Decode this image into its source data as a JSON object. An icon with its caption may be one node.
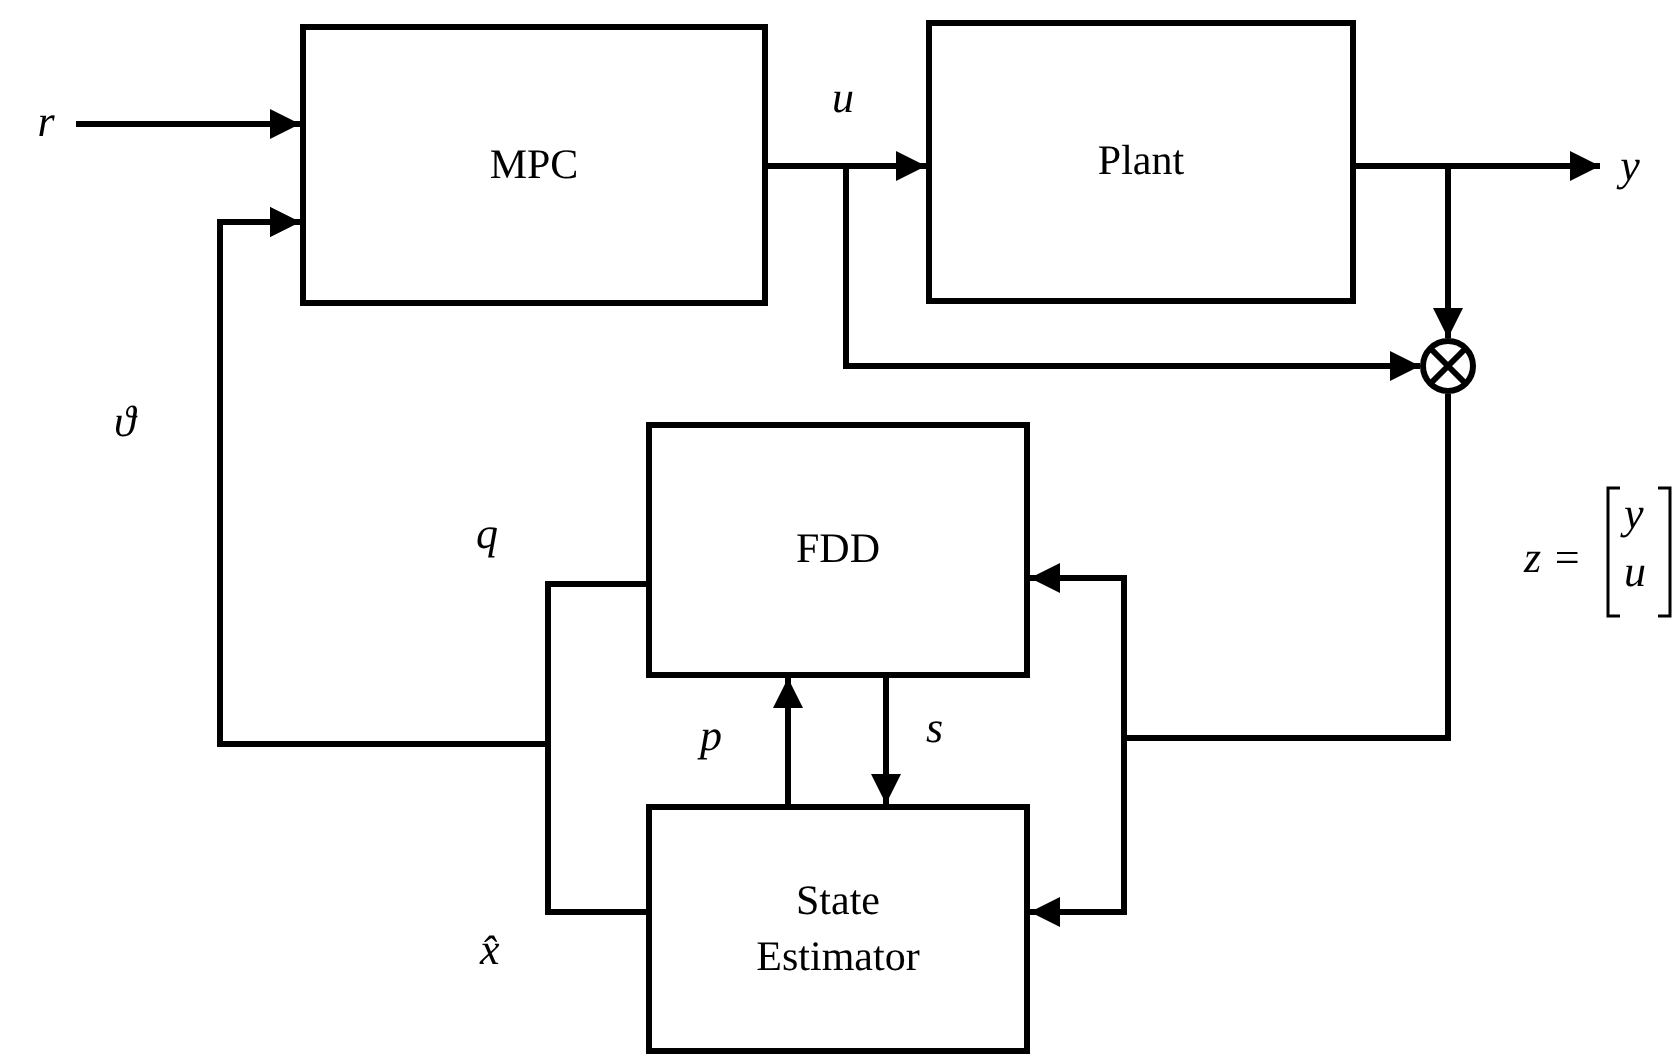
{
  "diagram": {
    "nodes": [
      {
        "text": [
          "MPC"
        ]
      },
      {
        "text": [
          "Plant"
        ]
      },
      {
        "text": [
          "FDD"
        ]
      },
      {
        "text": [
          "State Estimator"
        ]
      },
      {
        "text": [],
        "shape": "circle"
      },
      {
        "text": [
          "r"
        ]
      },
      {
        "text": [
          "y"
        ]
      }
    ],
    "edges": [
      {
        "from": 5,
        "to": 0,
        "arrow": "to"
      },
      {
        "from": 0,
        "to": 1,
        "arrow": "to",
        "label": "u"
      },
      {
        "from": 0,
        "to": 4,
        "arrow": "to"
      },
      {
        "from": 1,
        "to": 6,
        "arrow": "to"
      },
      {
        "from": 1,
        "to": 4,
        "arrow": "to"
      },
      {
        "from": 4,
        "to": 2,
        "arrow": "to"
      },
      {
        "from": 4,
        "to": 3,
        "arrow": "to"
      },
      {
        "from": 2,
        "to": 0,
        "arrow": "to"
      },
      {
        "from": 3,
        "to": 0,
        "arrow": "to"
      },
      {
        "from": 3,
        "to": 2,
        "arrow": "to",
        "label": "p"
      },
      {
        "from": 2,
        "to": 3,
        "arrow": "to",
        "label": "s"
      }
    ],
    "labels": [
      "ϑ",
      "q",
      "x̂",
      "z =",
      "y",
      "u"
    ]
  }
}
